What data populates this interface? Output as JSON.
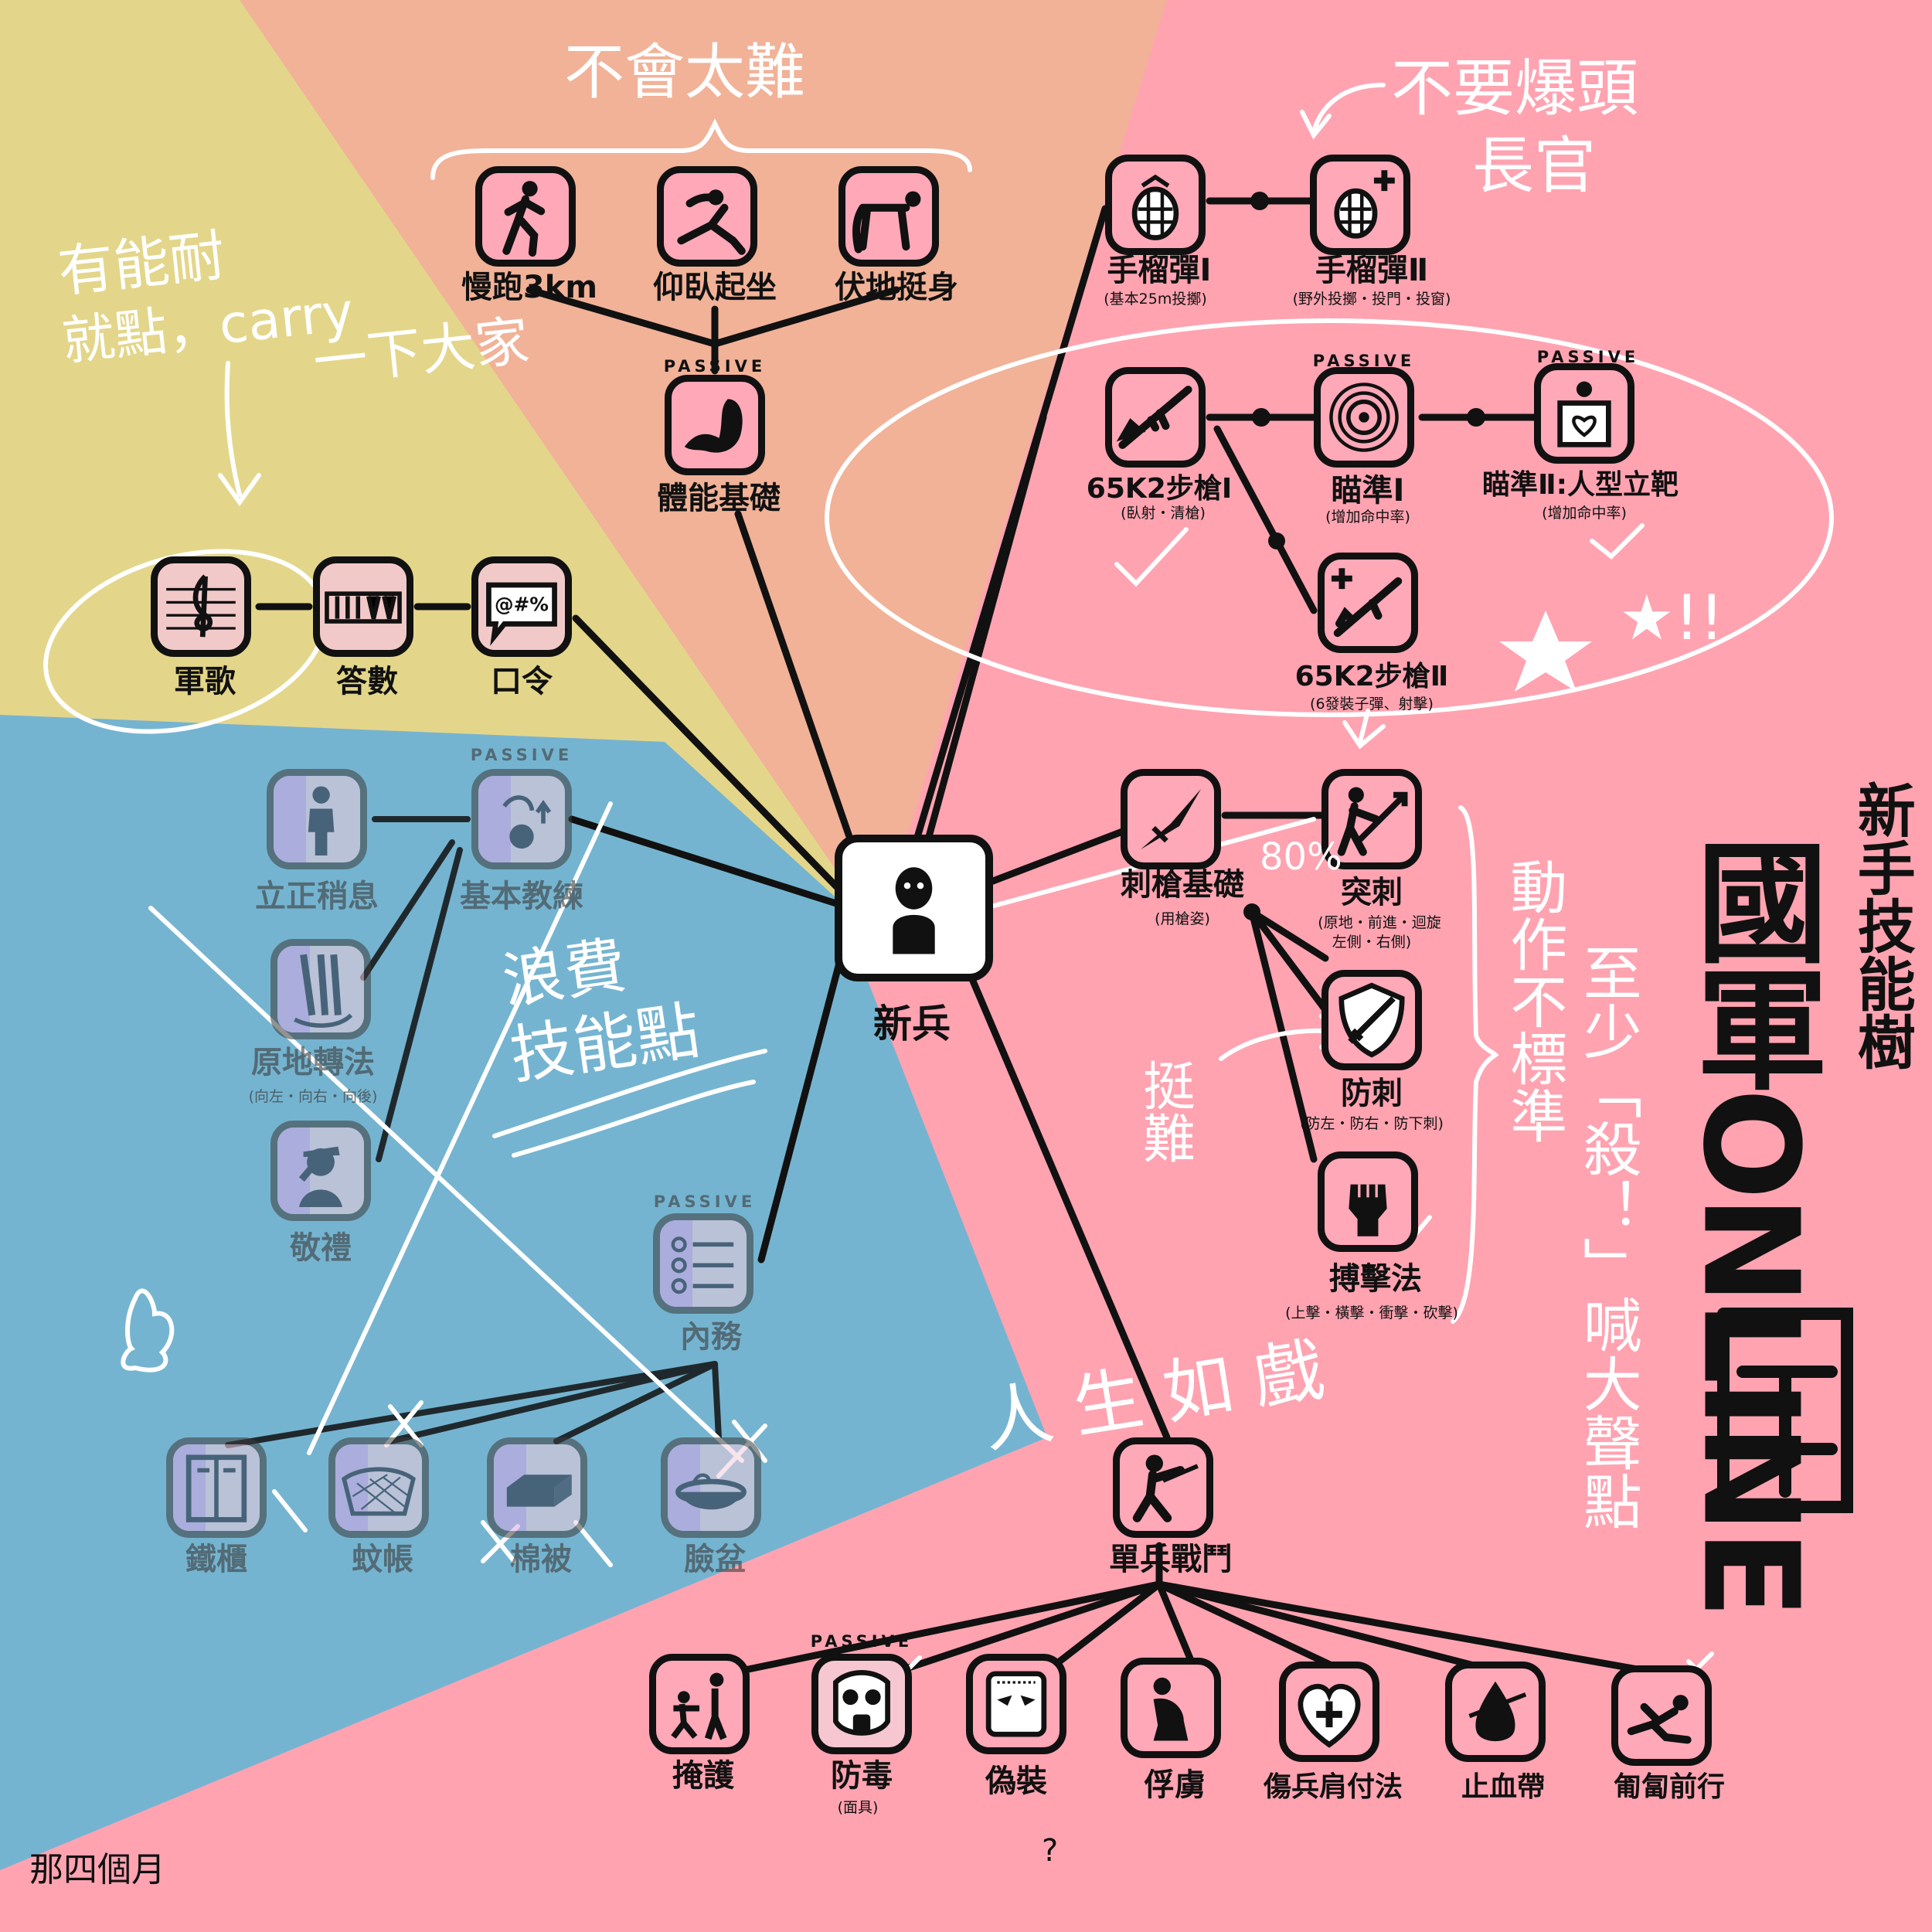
{
  "root": {
    "label": "新兵"
  },
  "notes": {
    "not_too_hard": "不會太難",
    "no_headshot": "不要爆頭",
    "officer": "長官",
    "carry_1": "有能耐",
    "carry_2": "就點，carry",
    "carry_3": "一下大家",
    "waste_1": "浪費",
    "waste_2": "技能點",
    "life_is_game": "人生如戲",
    "pct": "80%",
    "hard": "挺難",
    "action": "動作不標準",
    "shout": "至少「殺！」喊大聲點",
    "title_main": "國軍ONLINE",
    "title_sub": "新手技能樹",
    "question": "?",
    "signature": "那四個月",
    "stars": "★!!"
  },
  "passive_label": "PASSIVE",
  "skills": {
    "jog": "慢跑3km",
    "situp": "仰臥起坐",
    "pushup": "伏地挺身",
    "fitness": "體能基礎",
    "song": "軍歌",
    "count": "答數",
    "command": "口令",
    "attention": "立正稍息",
    "basic_drill": "基本教練",
    "turn": "原地轉法",
    "turn_sub": "(向左・向右・向後)",
    "salute": "敬禮",
    "chores": "內務",
    "locker": "鐵櫃",
    "net": "蚊帳",
    "quilt": "棉被",
    "basin": "臉盆",
    "grenade1": "手榴彈Ⅰ",
    "grenade1_sub": "(基本25m投擲)",
    "grenade2": "手榴彈Ⅱ",
    "grenade2_sub": "(野外投擲・投門・投窗)",
    "rifle1": "65K2步槍Ⅰ",
    "rifle1_sub": "(臥射・清槍)",
    "aim1": "瞄準Ⅰ",
    "aim1_sub": "(增加命中率)",
    "aim2": "瞄準Ⅱ:人型立靶",
    "aim2_sub": "(增加命中率)",
    "rifle2": "65K2步槍Ⅱ",
    "rifle2_sub": "(6發裝子彈、射擊)",
    "bayonet": "刺槍基礎",
    "bayonet_sub": "(用槍姿)",
    "thrust": "突刺",
    "thrust_sub1": "(原地・前進・迴旋",
    "thrust_sub2": "左側・右側)",
    "defend": "防刺",
    "defend_sub": "(防左・防右・防下刺)",
    "melee": "搏擊法",
    "melee_sub": "(上擊・橫擊・衝擊・砍擊)",
    "combat": "單兵戰鬥",
    "cover": "掩護",
    "gas": "防毒",
    "gas_sub": "(面具)",
    "camo": "偽裝",
    "pow": "俘虜",
    "wounded": "傷兵肩付法",
    "tourniquet": "止血帶",
    "crawl": "匍匐前行"
  },
  "colors": {
    "yellow": "#e3d68a",
    "peach": "#f1b298",
    "pink": "#ffa3b1",
    "blue": "#75b4d0",
    "ink": "#111111",
    "chalk": "#ffffff"
  }
}
